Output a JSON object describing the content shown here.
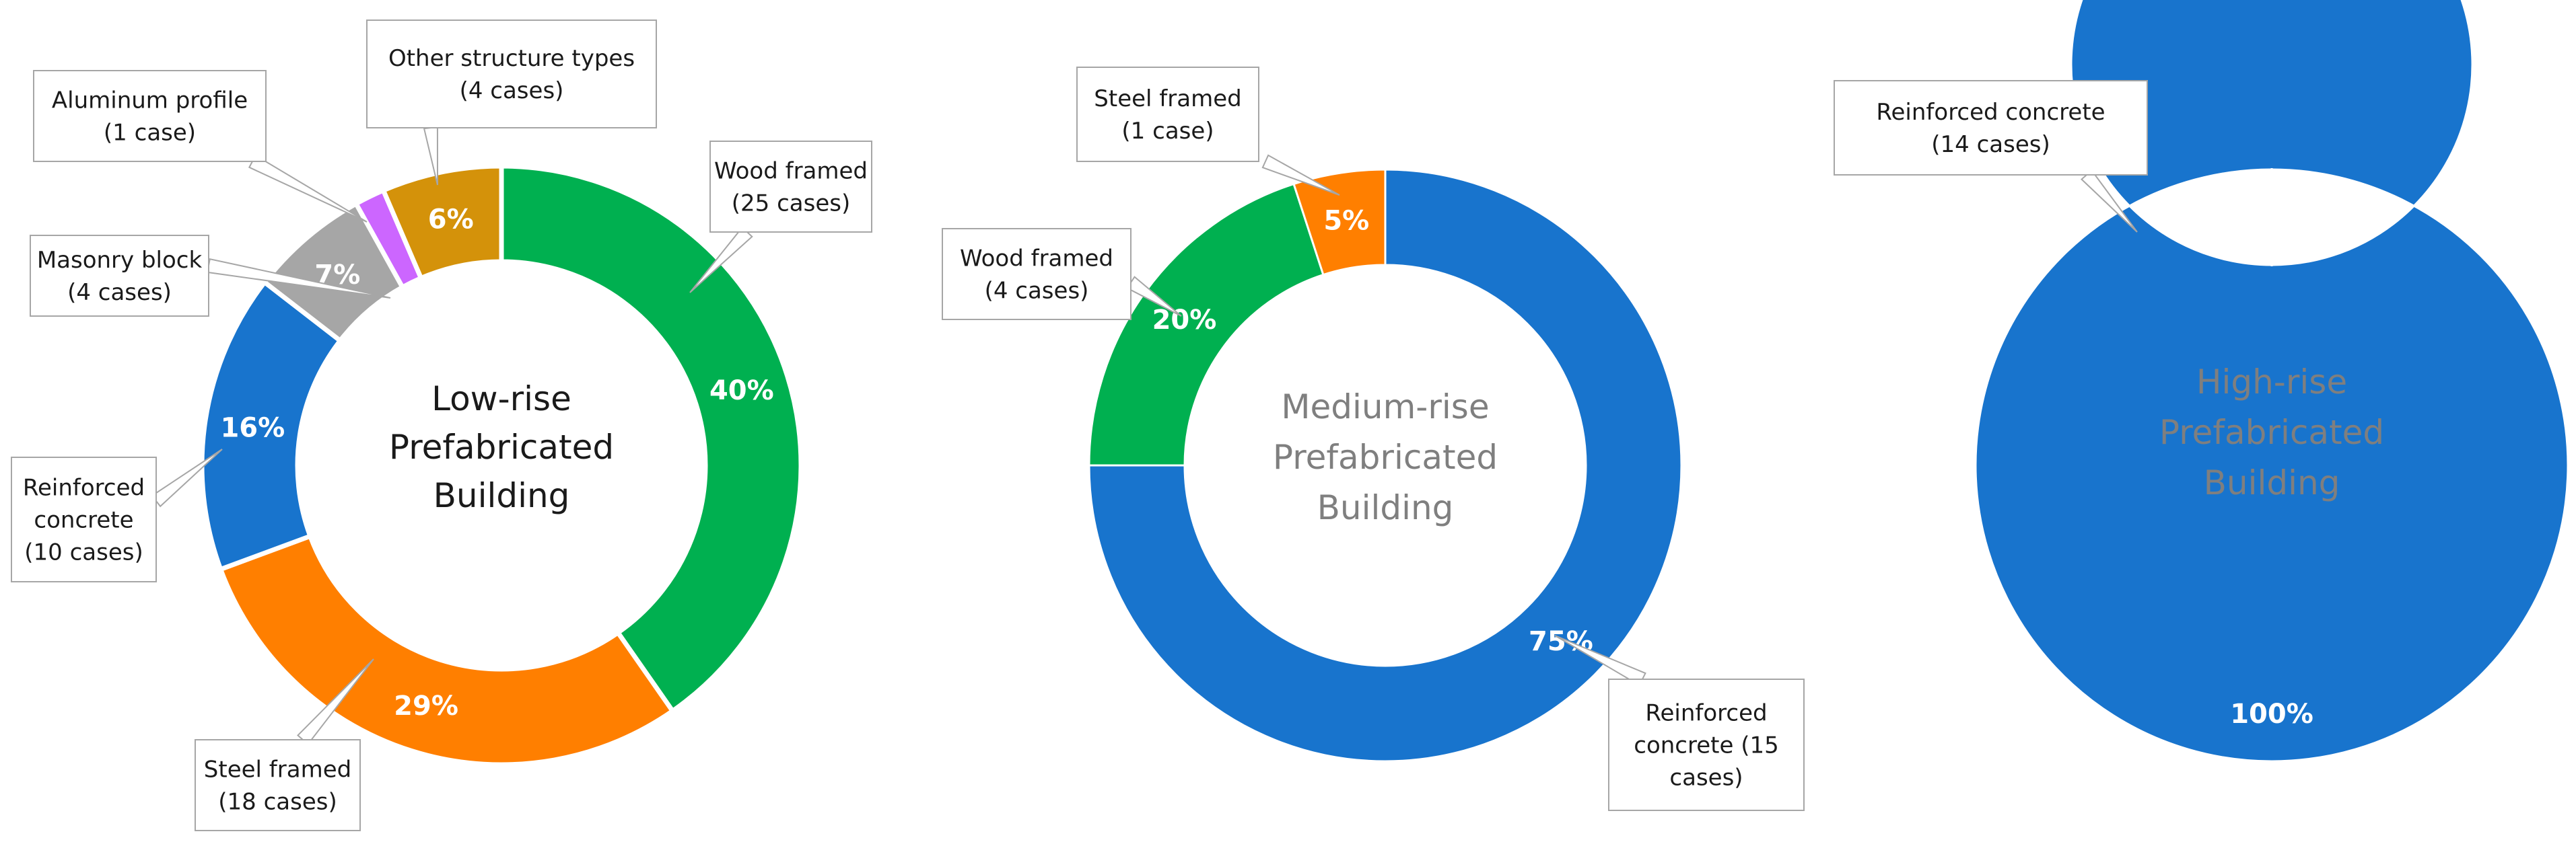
{
  "chart_data": [
    {
      "type": "pie",
      "variant": "donut",
      "center_label": [
        "Low-rise",
        "Prefabricated",
        "Building"
      ],
      "center_color": "#1a1a1a",
      "slices": [
        {
          "label": "Wood framed",
          "cases": 25,
          "percent": 40,
          "percent_label": "40%",
          "color": "#00B050",
          "callout": [
            "Wood framed",
            "(25 cases)"
          ]
        },
        {
          "label": "Steel framed",
          "cases": 18,
          "percent": 29,
          "percent_label": "29%",
          "color": "#FF7F00",
          "callout": [
            "Steel framed",
            "(18 cases)"
          ]
        },
        {
          "label": "Reinforced concrete",
          "cases": 10,
          "percent": 16,
          "percent_label": "16%",
          "color": "#1874CD",
          "callout": [
            "Reinforced",
            "concrete",
            "(10 cases)"
          ]
        },
        {
          "label": "Masonry block",
          "cases": 4,
          "percent": 7,
          "percent_label": "7%",
          "color": "#A6A6A6",
          "callout": [
            "Masonry block",
            "(4 cases)"
          ]
        },
        {
          "label": "Aluminum profile",
          "cases": 1,
          "percent": 2,
          "percent_label": "",
          "color": "#CC66FF",
          "callout": [
            "Aluminum profile",
            "(1 case)"
          ]
        },
        {
          "label": "Other structure types",
          "cases": 4,
          "percent": 6,
          "percent_label": "6%",
          "color": "#D4920A",
          "callout": [
            "Other structure types",
            "(4 cases)"
          ]
        }
      ]
    },
    {
      "type": "pie",
      "variant": "donut",
      "center_label": [
        "Medium-rise",
        "Prefabricated",
        "Building"
      ],
      "center_color": "#7f7f7f",
      "slices": [
        {
          "label": "Reinforced concrete",
          "cases": 15,
          "percent": 75,
          "percent_label": "75%",
          "color": "#1874CD",
          "callout": [
            "Reinforced",
            "concrete (15",
            "cases)"
          ]
        },
        {
          "label": "Wood framed",
          "cases": 4,
          "percent": 20,
          "percent_label": "20%",
          "color": "#00B050",
          "callout": [
            "Wood framed",
            "(4 cases)"
          ]
        },
        {
          "label": "Steel framed",
          "cases": 1,
          "percent": 5,
          "percent_label": "5%",
          "color": "#FF7F00",
          "callout": [
            "Steel framed",
            "(1 case)"
          ]
        }
      ]
    },
    {
      "type": "pie",
      "variant": "donut",
      "center_label": [
        "High-rise",
        "Prefabricated",
        "Building"
      ],
      "center_color": "#7f7f7f",
      "slices": [
        {
          "label": "Reinforced concrete",
          "cases": 14,
          "percent": 100,
          "percent_label": "100%",
          "color": "#1874CD",
          "callout": [
            "Reinforced concrete",
            "(14 cases)"
          ]
        }
      ]
    }
  ]
}
